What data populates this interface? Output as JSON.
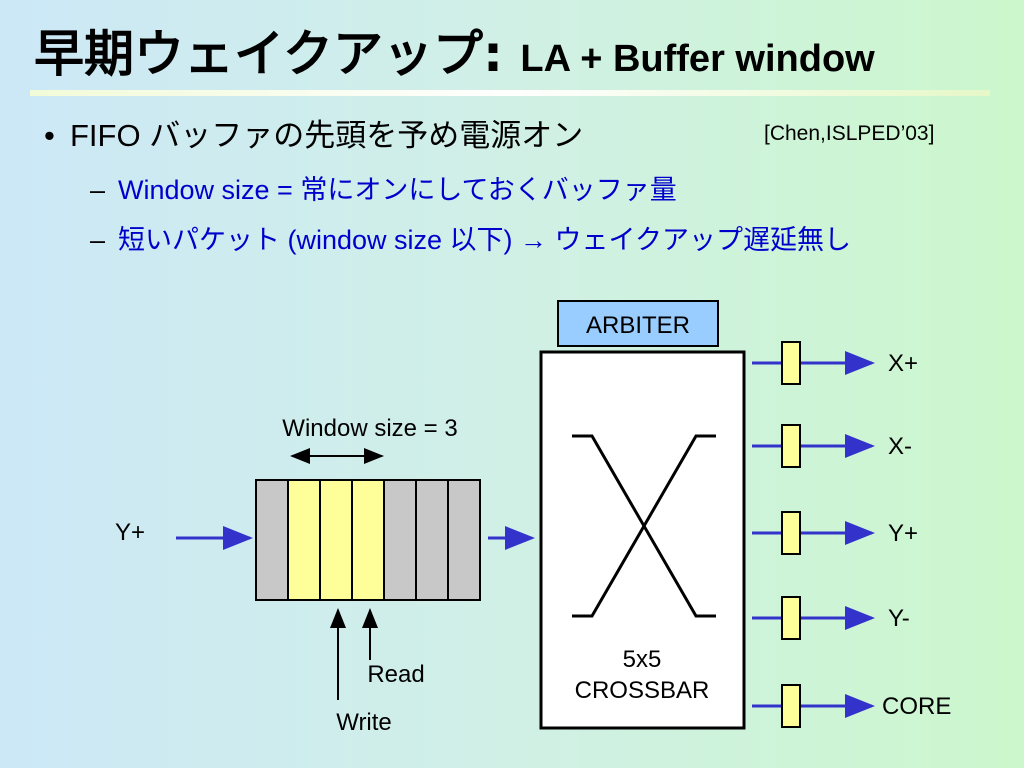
{
  "title": {
    "main": "早期ウェイクアップ:",
    "sub": "LA + Buffer window"
  },
  "bullets": [
    {
      "marker": "•",
      "text": "FIFO バッファの先頭を予め電源オン",
      "citation": "[Chen,ISLPED’03]",
      "subitems": [
        {
          "marker": "–",
          "text": "Window size = 常にオンにしておくバッファ量"
        },
        {
          "marker": "–",
          "text": "短いパケット (window size 以下) → ウェイクアップ遅延無し"
        }
      ]
    }
  ],
  "diagram": {
    "input_port": "Y+",
    "window_label": "Window size = 3",
    "read_label": "Read",
    "write_label": "Write",
    "arbiter_label": "ARBITER",
    "crossbar_label_1": "5x5",
    "crossbar_label_2": "CROSSBAR",
    "outputs": [
      "X+",
      "X-",
      "Y+",
      "Y-",
      "CORE"
    ],
    "colors": {
      "window_cell": "#ffff99",
      "idle_cell": "#c8c8c8",
      "arrow": "#3333cc",
      "arbiter_fill": "#99ccff"
    }
  }
}
